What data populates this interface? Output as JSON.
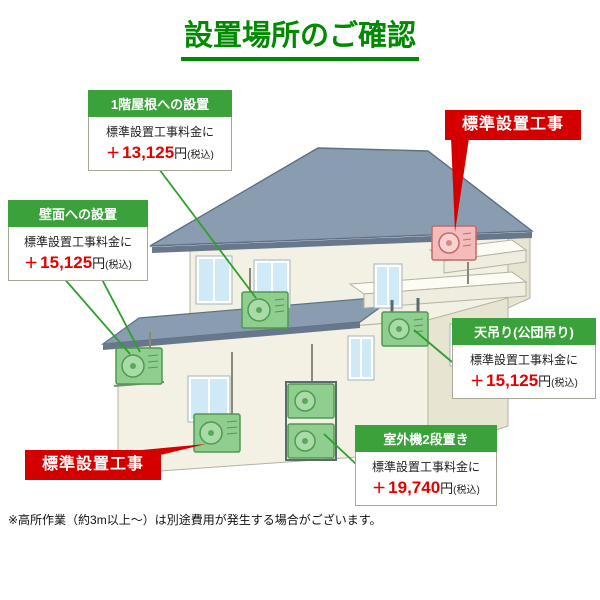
{
  "page": {
    "title": "設置場所のご確認",
    "footnote": "※高所作業（約3m以上～）は別途費用が発生する場合がございます。"
  },
  "badges": {
    "top": {
      "label": "標準設置工事"
    },
    "bottom": {
      "label": "標準設置工事"
    }
  },
  "callouts": {
    "roof": {
      "title": "1階屋根への設置",
      "line1": "標準設置工事料金に",
      "plus": "＋",
      "price": "13,125",
      "unit": "円",
      "tax": "(税込)"
    },
    "wall": {
      "title": "壁面への設置",
      "line1": "標準設置工事料金に",
      "plus": "＋",
      "price": "15,125",
      "unit": "円",
      "tax": "(税込)"
    },
    "ceiling": {
      "title": "天吊り(公団吊り)",
      "line1": "標準設置工事料金に",
      "plus": "＋",
      "price": "15,125",
      "unit": "円",
      "tax": "(税込)"
    },
    "stack": {
      "title": "室外機2段置き",
      "line1": "標準設置工事料金に",
      "plus": "＋",
      "price": "19,740",
      "unit": "円",
      "tax": "(税込)"
    }
  },
  "icons": {
    "house": "two-story-house-illustration",
    "ac_unit": "ac-outdoor-unit-icon"
  },
  "colors": {
    "title_green": "#008a00",
    "header_green": "#3ba23b",
    "badge_red": "#d40000",
    "price_red": "#e60000",
    "roof_gray": "#8a9cb0",
    "wall_cream": "#f3f1e3",
    "window_blue": "#cfeaf6",
    "unit_green": "#8fce8f",
    "unit_pink": "#f5baba"
  }
}
